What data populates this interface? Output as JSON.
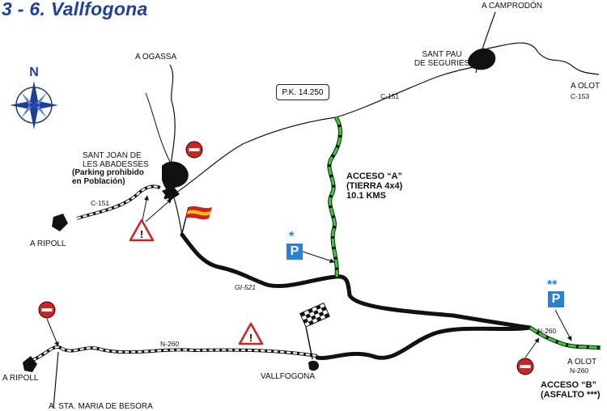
{
  "title": "3 - 6. Vallfogona",
  "places": {
    "camprodon": "A CAMPRODÓN",
    "sant_pau": [
      "SANT PAU",
      "DE SEGURIES"
    ],
    "olot_top": "A OLOT",
    "olot_top_road": "C-153",
    "ogassa": "A OGASSA",
    "sant_joan": [
      "SANT JOAN DE",
      "LES ABADESSES"
    ],
    "parking_note": [
      "(Parking prohibido",
      "en Población)"
    ],
    "ripoll_top": "A RIPOLL",
    "ripoll_bottom": "A RIPOLL",
    "sta_maria": "A. STA. MARIA DE BESORA",
    "vallfogona": "VALLFOGONA",
    "olot_bottom": "A OLOT",
    "olot_bottom_road": "N-260"
  },
  "roads": {
    "c151_top": "C-151",
    "c151_left": "C-151",
    "gi521": "GI-521",
    "n260_left": "N-260",
    "n260_right": "N-260"
  },
  "pk_box": "P.K. 14.250",
  "acceso_a": [
    "ACCESO “A”",
    "(TIERRA 4x4)",
    "10.1 KMS"
  ],
  "acceso_b": [
    "ACCESO “B”",
    "(ASFALTO  ***)"
  ],
  "parking": {
    "p1_label": "P",
    "p1_stars": "*",
    "p2_label": "P",
    "p2_stars": "**"
  },
  "compass_letter": "N",
  "colors": {
    "title": "#1e3f9a",
    "parking": "#2b7fd4",
    "green_route": "#2fd12f",
    "no_entry": "#d42020",
    "warning": "#d42020",
    "flag_red": "#d42020",
    "flag_yellow": "#f5c400"
  },
  "icons": [
    "compass-rose-icon",
    "no-entry-icon",
    "warning-triangle-icon",
    "spain-flag-icon",
    "checkered-flag-icon",
    "parking-icon",
    "town-blob-icon",
    "arrow-icon"
  ]
}
